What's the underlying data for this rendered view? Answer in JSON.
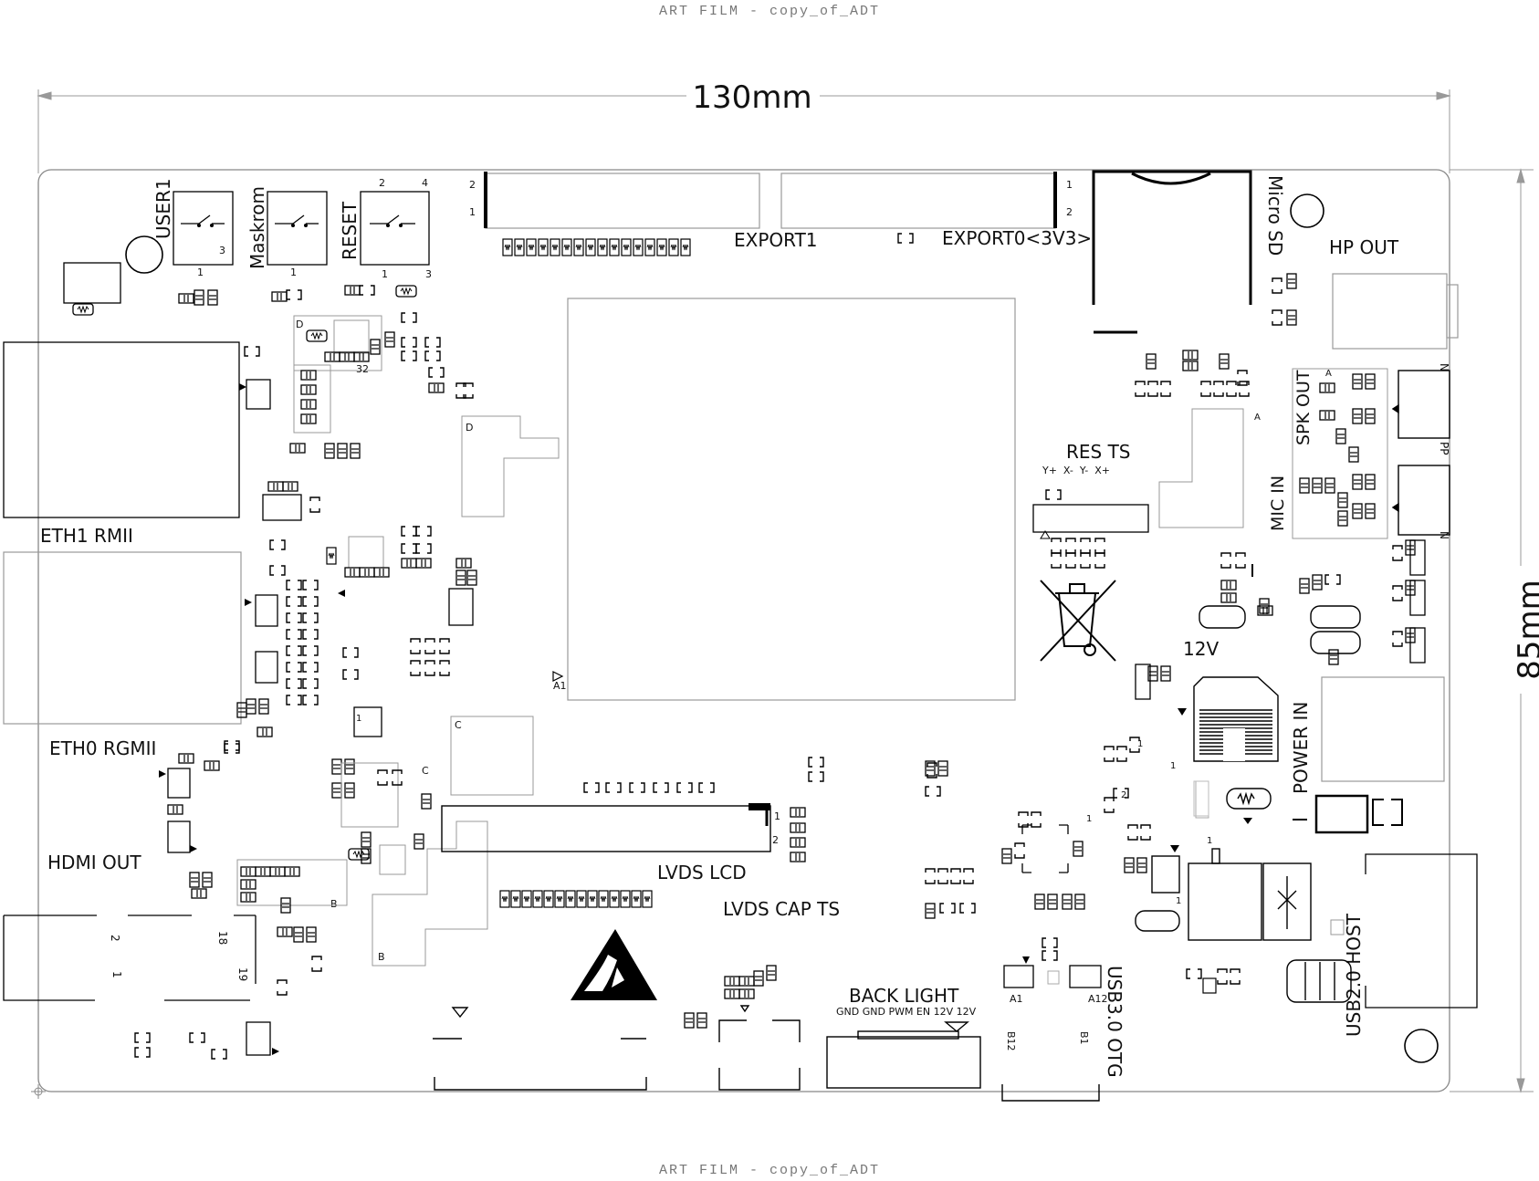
{
  "header": {
    "top_text": "ART FILM - copy_of_ADT",
    "bottom_text": "ART FILM - copy_of_ADT"
  },
  "dimensions": {
    "width_label": "130mm",
    "height_label": "85mm"
  },
  "buttons": {
    "user1": "USER1",
    "maskrom": "Maskrom",
    "reset": "RESET",
    "pin_a": "1",
    "pin_b": "2",
    "pin_c": "3",
    "pin_d": "4"
  },
  "labels": {
    "export1": "EXPORT1",
    "export0": "EXPORT0<3V3>",
    "micro_sd": "Micro SD",
    "hp_out": "HP OUT",
    "spk_out": "SPK OUT",
    "mic_in": "MIC IN",
    "res_ts": "RES TS",
    "res_ts_pins": "Y+  X-  Y-  X+",
    "eth1": "ETH1 RMII",
    "eth0": "ETH0 RGMII",
    "hdmi": "HDMI OUT",
    "lvds_lcd": "LVDS LCD",
    "lvds_cap": "LVDS CAP TS",
    "back_light": "BACK LIGHT",
    "back_light_pins": "GND GND PWM EN 12V 12V",
    "usb3": "USB3.0 OTG",
    "usb2": "USB2.0 HOST",
    "power_in": "POWER IN",
    "v12": "12V",
    "a1": "A1",
    "a12": "A12",
    "b12": "B12",
    "b1": "B1",
    "pin18": "18",
    "pin19": "19",
    "pin2": "2",
    "pin1": "1",
    "pin32": "32",
    "mark_d": "D",
    "mark_c": "C",
    "mark_b": "B",
    "mark_a": "A",
    "pp": "PP",
    "n": "N"
  }
}
